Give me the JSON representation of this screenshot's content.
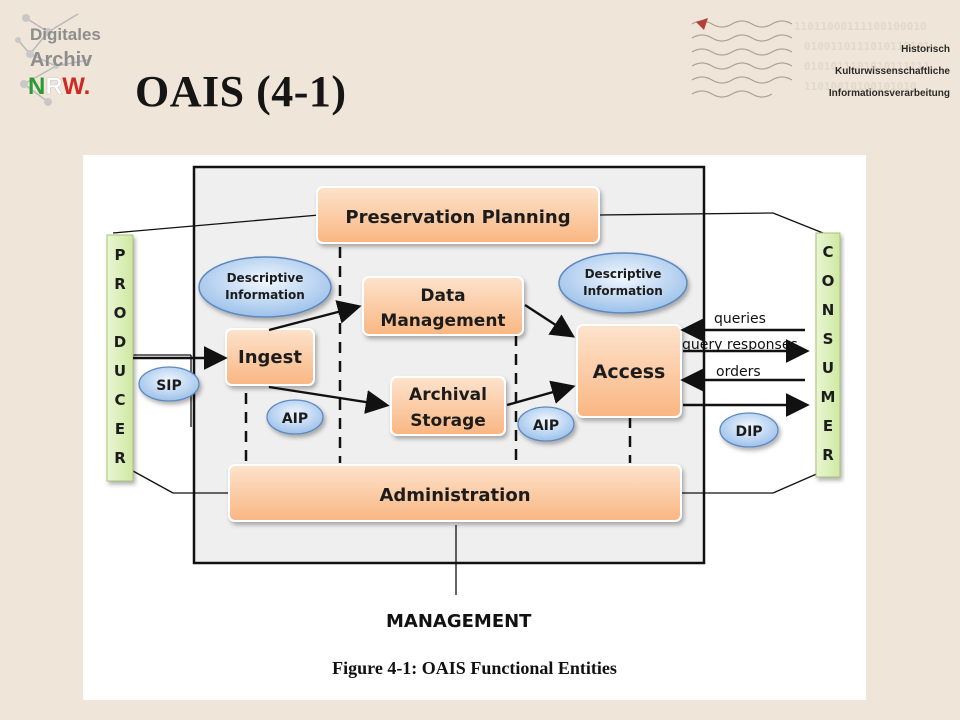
{
  "header": {
    "title": "OAIS (4-1)",
    "logo_left": {
      "line1": "Digitales",
      "line2": "Archiv",
      "line3_n": "N",
      "line3_r": "R",
      "line3_w": "W",
      "line3_dot": "."
    },
    "logo_right": {
      "binary": [
        "11011000111100100010",
        "0100110111010110101",
        "0101011101010111111",
        "11010010100101010"
      ],
      "lines": [
        "Historisch",
        "Kulturwissenschaftliche",
        "Informationsverarbeitung"
      ]
    }
  },
  "diagram": {
    "preservation_planning": "Preservation Planning",
    "descriptive_info_left": [
      "Descriptive",
      "Information"
    ],
    "descriptive_info_right": [
      "Descriptive",
      "Information"
    ],
    "data_management": [
      "Data",
      "Management"
    ],
    "ingest": "Ingest",
    "archival_storage": [
      "Archival",
      "Storage"
    ],
    "access": "Access",
    "administration": "Administration",
    "producer_letters": [
      "P",
      "R",
      "O",
      "D",
      "U",
      "C",
      "E",
      "R"
    ],
    "consumer_letters": [
      "C",
      "O",
      "N",
      "S",
      "U",
      "M",
      "E",
      "R"
    ],
    "sip": "SIP",
    "aip_left": "AIP",
    "aip_right": "AIP",
    "dip": "DIP",
    "queries": "queries",
    "query_responses": "query responses",
    "orders": "orders",
    "management": "MANAGEMENT",
    "caption": "Figure 4-1:  OAIS Functional Entities"
  },
  "colors": {
    "background": "#efe6d9",
    "box_fill": "#fbc89c",
    "ellipse_fill": "#bcd6f2",
    "side_fill": "#dcf0b8",
    "logo_green": "#2e9a37",
    "logo_red": "#d02a20",
    "logo_grey": "#8d8d8d"
  }
}
